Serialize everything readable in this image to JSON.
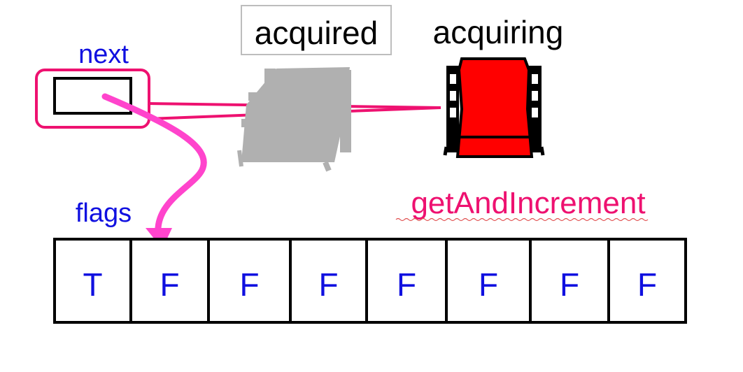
{
  "labels": {
    "next": "next",
    "acquired": "acquired",
    "acquiring": "acquiring",
    "flags": "flags",
    "method": "getAndIncrement"
  },
  "flags": [
    "T",
    "F",
    "F",
    "F",
    "F",
    "F",
    "F",
    "F"
  ],
  "colors": {
    "label_blue": "#1010e0",
    "highlight_pink": "#ee1170",
    "arrow_magenta": "#ff44cc",
    "acquiring_thread": "#ff0000",
    "acquired_thread": "#b0b0b0",
    "outline": "#000000"
  },
  "icons": {
    "acquired_thread": "chair-icon",
    "acquiring_thread": "chair-icon"
  }
}
